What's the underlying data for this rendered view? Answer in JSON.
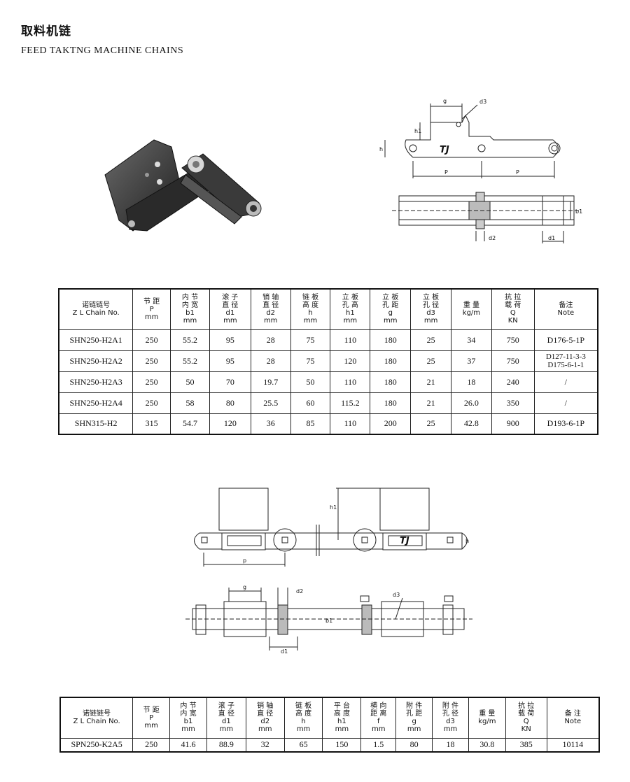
{
  "page": {
    "title_cn": "取料机链",
    "title_en": "FEED TAKTNG MACHINE CHAINS"
  },
  "diagram_labels": {
    "g": "g",
    "d3": "d3",
    "h1": "h1",
    "h": "h",
    "P": "P",
    "p": "p",
    "b1": "b1",
    "d2": "d2",
    "d1": "d1",
    "TJ": "TJ"
  },
  "table1": {
    "headers": [
      [
        "诺链链号",
        "Z L Chain  No."
      ],
      [
        "节 距",
        "P",
        "mm"
      ],
      [
        "内 节",
        "内 宽",
        "b1",
        "mm"
      ],
      [
        "滚 子",
        "直 径",
        "d1",
        "mm"
      ],
      [
        "销 轴",
        "直 径",
        "d2",
        "mm"
      ],
      [
        "链 板",
        "高 度",
        "h",
        "mm"
      ],
      [
        "立 板",
        "孔 高",
        "h1",
        "mm"
      ],
      [
        "立 板",
        "孔 距",
        "g",
        "mm"
      ],
      [
        "立 板",
        "孔 径",
        "d3",
        "mm"
      ],
      [
        "重 量",
        "kg/m"
      ],
      [
        "抗 拉",
        "载 荷",
        "Q",
        "KN"
      ],
      [
        "备注",
        "Note"
      ]
    ],
    "rows": [
      [
        "SHN250-H2A1",
        "250",
        "55.2",
        "95",
        "28",
        "75",
        "110",
        "180",
        "25",
        "34",
        "750",
        "D176-5-1P"
      ],
      [
        "SHN250-H2A2",
        "250",
        "55.2",
        "95",
        "28",
        "75",
        "120",
        "180",
        "25",
        "37",
        "750",
        "D127-11-3-3|D175-6-1-1"
      ],
      [
        "SHN250-H2A3",
        "250",
        "50",
        "70",
        "19.7",
        "50",
        "110",
        "180",
        "21",
        "18",
        "240",
        "/"
      ],
      [
        "SHN250-H2A4",
        "250",
        "58",
        "80",
        "25.5",
        "60",
        "115.2",
        "180",
        "21",
        "26.0",
        "350",
        "/"
      ],
      [
        "SHN315-H2",
        "315",
        "54.7",
        "120",
        "36",
        "85",
        "110",
        "200",
        "25",
        "42.8",
        "900",
        "D193-6-1P"
      ]
    ]
  },
  "table2": {
    "headers": [
      [
        "诺链链号",
        "Z L Chain  No."
      ],
      [
        "节 距",
        "P",
        "mm"
      ],
      [
        "内 节",
        "内 宽",
        "b1",
        "mm"
      ],
      [
        "滚 子",
        "直 径",
        "d1",
        "mm"
      ],
      [
        "销 轴",
        "直 径",
        "d2",
        "mm"
      ],
      [
        "链 板",
        "高 度",
        "h",
        "mm"
      ],
      [
        "平 台",
        "高 度",
        "h1",
        "mm"
      ],
      [
        "横 向",
        "距 离",
        "f",
        "mm"
      ],
      [
        "附 件",
        "孔 距",
        "g",
        "mm"
      ],
      [
        "附 件",
        "孔 径",
        "d3",
        "mm"
      ],
      [
        "重 量",
        "kg/m"
      ],
      [
        "抗 拉",
        "载 荷",
        "Q",
        "KN"
      ],
      [
        "备 注",
        "Note"
      ]
    ],
    "rows": [
      [
        "SPN250-K2A5",
        "250",
        "41.6",
        "88.9",
        "32",
        "65",
        "150",
        "1.5",
        "80",
        "18",
        "30.8",
        "385",
        "10114"
      ]
    ]
  }
}
